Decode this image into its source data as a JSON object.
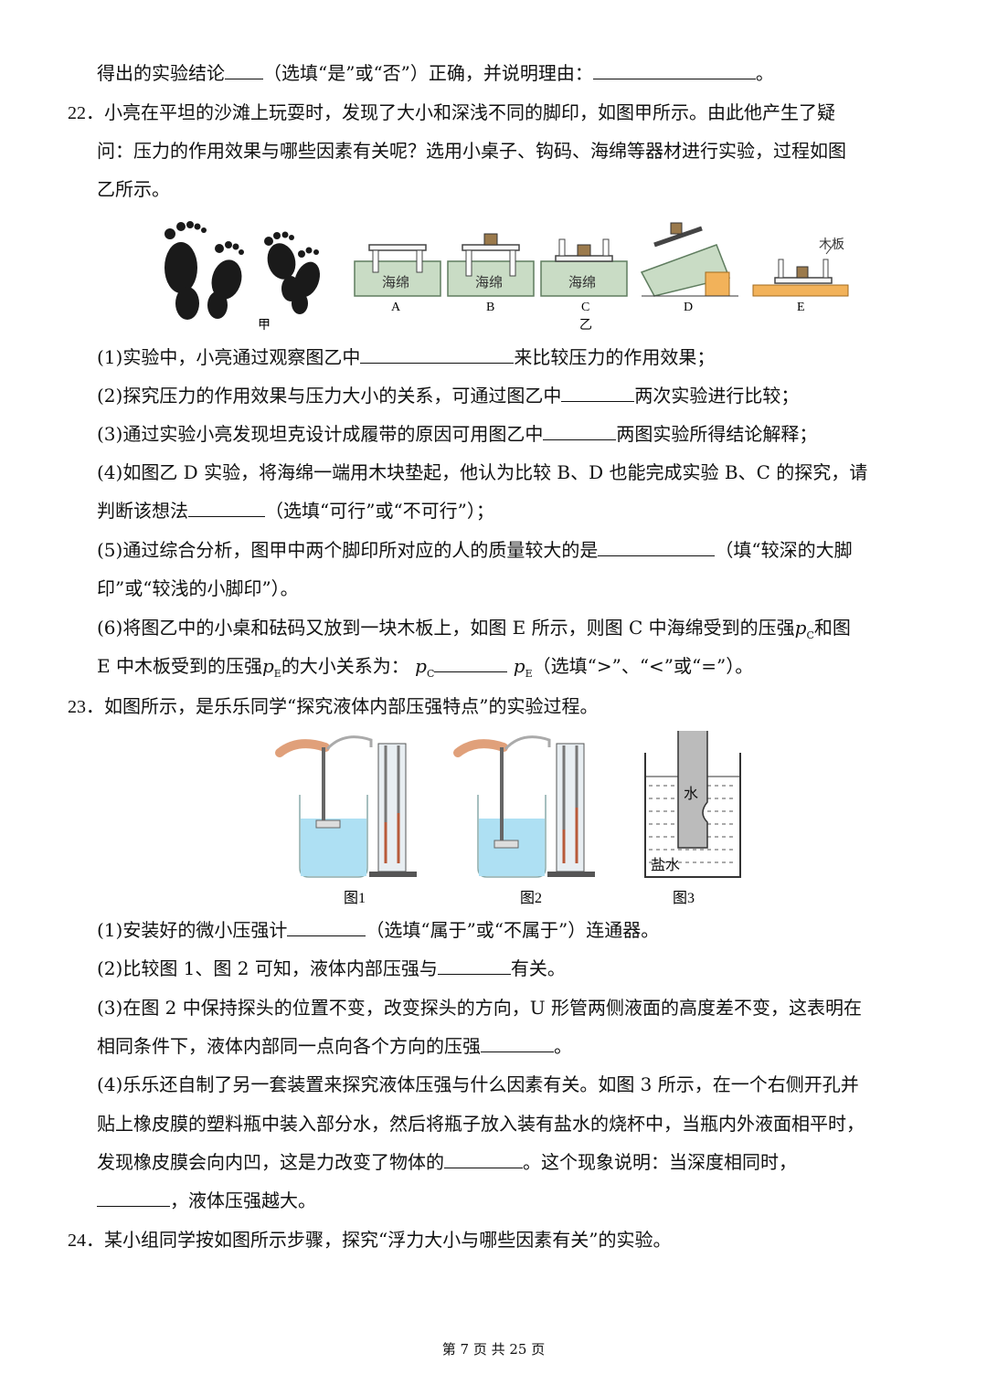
{
  "lines": {
    "l0a": "得出的实验结论",
    "l0b": "（选填“是”或“否”）正确，并说明理由：",
    "l0c": "。",
    "q22_num": "22．",
    "q22_l1": "小亮在平坦的沙滩上玩耍时，发现了大小和深浅不同的脚印，如图甲所示。由此他产生了疑",
    "q22_l2": "问：压力的作用效果与哪些因素有关呢？选用小桌子、钩码、海绵等器材进行实验，过程如图",
    "q22_l3": "乙所示。",
    "q22_1a": "(1)实验中，小亮通过观察图乙中",
    "q22_1b": "来比较压力的作用效果；",
    "q22_2a": "(2)探究压力的作用效果与压力大小的关系，可通过图乙中",
    "q22_2b": "两次实验进行比较；",
    "q22_3a": "(3)通过实验小亮发现坦克设计成履带的原因可用图乙中",
    "q22_3b": "两图实验所得结论解释；",
    "q22_4a": "(4)如图乙 D 实验，将海绵一端用木块垫起，他认为比较 B、D 也能完成实验 B、C 的探究，请",
    "q22_4b": "判断该想法",
    "q22_4c": "（选填“可行”或“不可行”）；",
    "q22_5a": "(5)通过综合分析，图甲中两个脚印所对应的人的质量较大的是",
    "q22_5b": "（填“较深的大脚",
    "q22_5c": "印”或“较浅的小脚印”）。",
    "q22_6a": "(6)将图乙中的小桌和砝码又放到一块木板上，如图 E 所示，则图 C 中海绵受到的压强",
    "q22_6b": "和图",
    "q22_6c": "E 中木板受到的压强",
    "q22_6d": "的大小关系为：",
    "q22_6e": "（选填“>”、“<”或“=”）。",
    "p_sym": "p",
    "sub_c": "C",
    "sub_e": "E",
    "q23_num": "23．",
    "q23_l1": "如图所示，是乐乐同学“探究液体内部压强特点”的实验过程。",
    "q23_1a": "(1)安装好的微小压强计",
    "q23_1b": "（选填“属于”或“不属于”）连通器。",
    "q23_2a": "(2)比较图 1、图 2 可知，液体内部压强与",
    "q23_2b": "有关。",
    "q23_3a": "(3)在图 2 中保持探头的位置不变，改变探头的方向，U 形管两侧液面的高度差不变，这表明在",
    "q23_3b": "相同条件下，液体内部同一点向各个方向的压强",
    "q23_3c": "。",
    "q23_4a": "(4)乐乐还自制了另一套装置来探究液体压强与什么因素有关。如图 3 所示，在一个右侧开孔并",
    "q23_4b": "贴上橡皮膜的塑料瓶中装入部分水，然后将瓶子放入装有盐水的烧杯中，当瓶内外液面相平时，",
    "q23_4c": "发现橡皮膜会向内凹，这是力改变了物体的",
    "q23_4d": "。这个现象说明：当深度相同时，",
    "q23_4e": "，液体压强越大。",
    "q24_num": "24．",
    "q24_l1": "某小组同学按如图所示步骤，探究“浮力大小与哪些因素有关”的实验。"
  },
  "fig22": {
    "jia": "甲",
    "yi": "乙",
    "sponge": "海绵",
    "A": "A",
    "B": "B",
    "C": "C",
    "D": "D",
    "E": "E",
    "board": "木板"
  },
  "fig23": {
    "fig1": "图1",
    "fig2": "图2",
    "fig3": "图3",
    "water": "水",
    "brine": "盐水"
  },
  "footer": "第 7 页 共 25 页",
  "colors": {
    "sponge": "#c9dcc5",
    "sponge_dark": "#5f7d5f",
    "wood": "#f2b25a",
    "water": "#aee0f3",
    "pink": "#e0a07a"
  }
}
